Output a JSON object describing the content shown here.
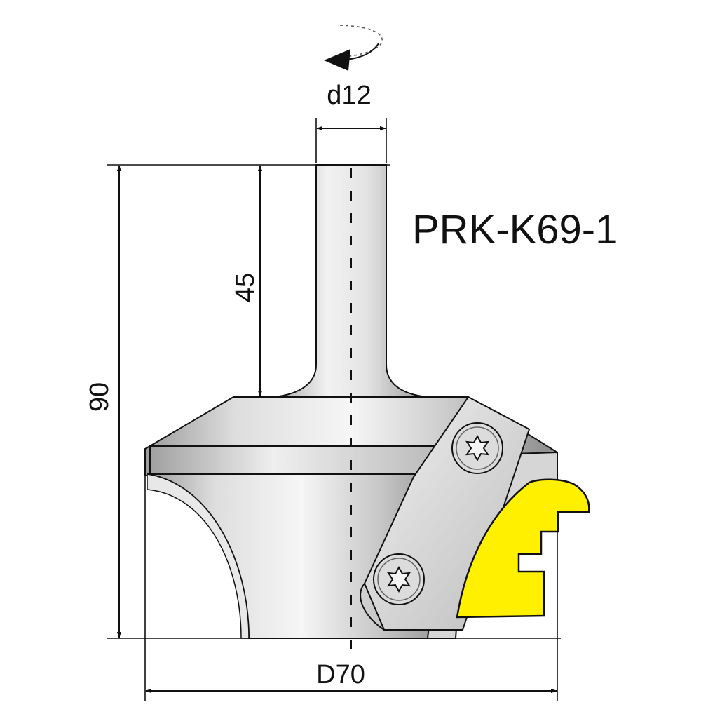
{
  "title": "PRK-K69-1",
  "dimensions": {
    "shank_diameter": "d12",
    "shank_length": "45",
    "total_height": "90",
    "cutter_diameter": "D70"
  },
  "colors": {
    "line": "#111111",
    "body_light": "#f4f4f4",
    "body_mid": "#c4c4c4",
    "body_dark": "#8e8e8e",
    "profile": "#fff000",
    "screw": "#dcdcdc"
  },
  "icons": {
    "rotation": "rotation-arrow-icon",
    "screw": "torx-screw-icon"
  }
}
